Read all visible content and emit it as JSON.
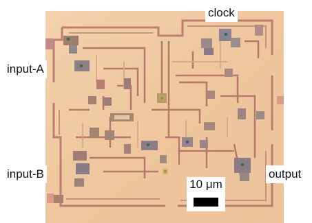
{
  "image": {
    "subject": "micrograph of an integrated circuit die",
    "colors": {
      "background": "#ffffff",
      "substrate": "#efc9a0",
      "metal": "#b47a6a",
      "active": "#8f8c90",
      "contact": "#2f6a64"
    }
  },
  "labels": {
    "clock": "clock",
    "input_a": "input-A",
    "input_b": "input-B",
    "output": "output"
  },
  "scale_bar": {
    "text": "10 μm",
    "length_um": 10
  }
}
